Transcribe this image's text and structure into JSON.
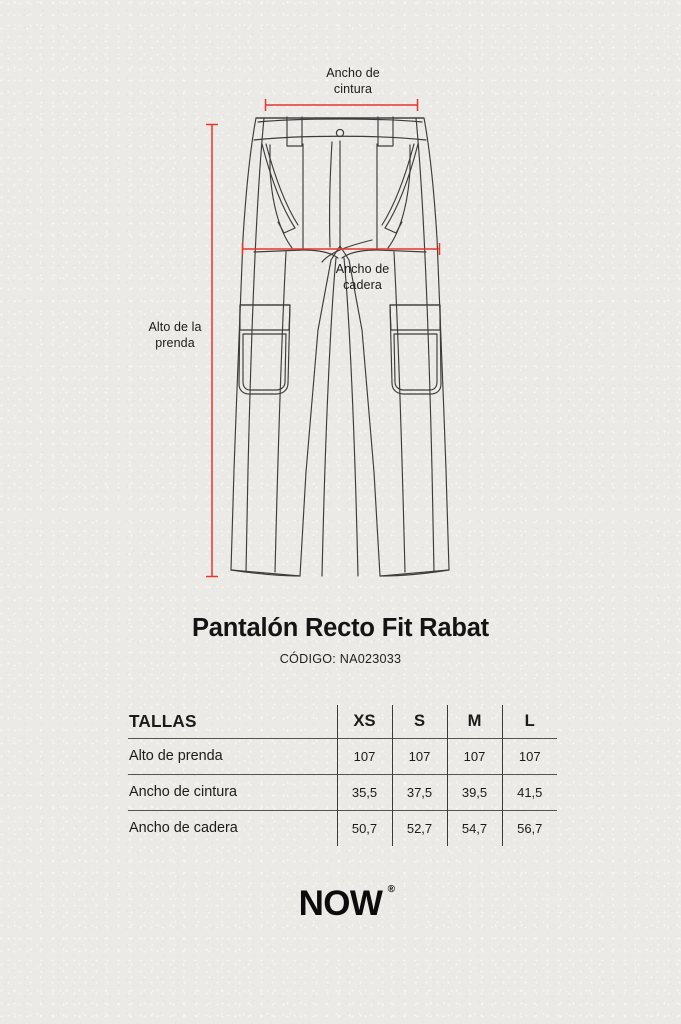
{
  "product": {
    "title": "Pantalón Recto Fit Rabat",
    "code_label": "CÓDIGO: NA023033"
  },
  "diagram": {
    "annotations": {
      "waist": "Ancho de\ncintura",
      "hip": "Ancho de\ncadera",
      "length": "Alto de la\nprenda"
    },
    "measure_line_color": "#e8362c",
    "sketch_line_color": "#3c3c3c"
  },
  "size_table": {
    "row_header": "TALLAS",
    "sizes": [
      "XS",
      "S",
      "M",
      "L"
    ],
    "rows": [
      {
        "label": "Alto de prenda",
        "values": [
          "107",
          "107",
          "107",
          "107"
        ]
      },
      {
        "label": "Ancho de cintura",
        "values": [
          "35,5",
          "37,5",
          "39,5",
          "41,5"
        ]
      },
      {
        "label": "Ancho de cadera",
        "values": [
          "50,7",
          "52,7",
          "54,7",
          "56,7"
        ]
      }
    ]
  },
  "brand": {
    "name": "NOW",
    "registered_mark": "®"
  },
  "theme": {
    "background": "#eceae6",
    "ink": "#1b1b1b",
    "accent_red": "#e8362c"
  }
}
